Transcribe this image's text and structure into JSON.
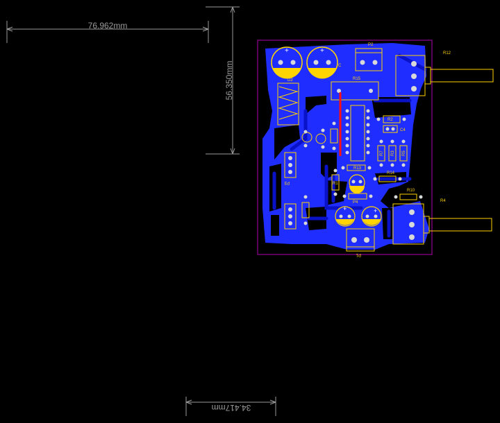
{
  "dimensions": {
    "width_label": "76.962mm",
    "height_label": "56.350mm",
    "bottom_label": "34.417mm"
  },
  "colors": {
    "background": "#000000",
    "copper": "#1f2dff",
    "copper_alt": "#1b29e8",
    "trace": "#0a12c8",
    "silkscreen": "#ffd400",
    "board_outline": "#b000b0",
    "dimension": "#9a9a9a",
    "jumper": "#ff1010",
    "pad": "#d8d8d8"
  },
  "components": {
    "c_left_plus": "+",
    "c_right_plus": "+",
    "c_right": "C",
    "p2": "P2",
    "r12": "R12",
    "r15": "R15",
    "d2": "D2",
    "r2": "R2",
    "c4": "C4",
    "r7": "R7",
    "r3": "R3",
    "r5": "R5",
    "r13": "R13",
    "r14": "R14",
    "r1": "R1",
    "p4": "P4",
    "r10": "R10",
    "r4": "R4",
    "p1": "P1",
    "p3": "P3",
    "c5_plus": "+",
    "c2_plus": "+"
  }
}
